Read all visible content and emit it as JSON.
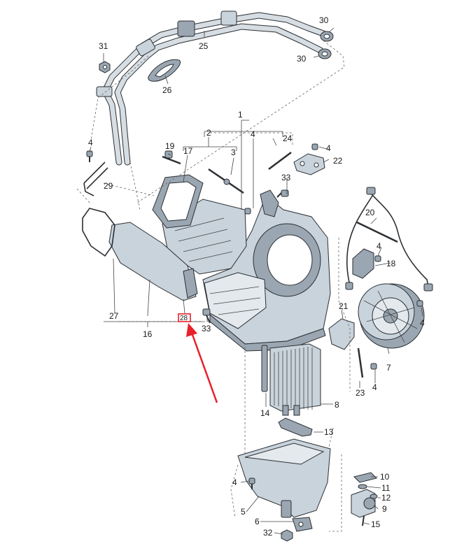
{
  "callouts": {
    "c1": "1",
    "c2": "2",
    "c3": "3",
    "c4a": "4",
    "c4b": "4",
    "c4c": "4",
    "c4d": "4",
    "c4e": "4",
    "c4f": "4",
    "c4g": "4",
    "c5": "5",
    "c6": "6",
    "c7": "7",
    "c8": "8",
    "c9": "9",
    "c10": "10",
    "c11": "11",
    "c12": "12",
    "c13": "13",
    "c14": "14",
    "c15": "15",
    "c16": "16",
    "c17": "17",
    "c18": "18",
    "c19": "19",
    "c20": "20",
    "c21": "21",
    "c22": "22",
    "c23": "23",
    "c24": "24",
    "c25": "25",
    "c26": "26",
    "c27": "27",
    "c28": "28",
    "c29": "29",
    "c30a": "30",
    "c30b": "30",
    "c31": "31",
    "c32": "32",
    "c33a": "33",
    "c33b": "33"
  },
  "highlight": {
    "target": "28",
    "color": "#e8202a"
  },
  "colors": {
    "part_fill": "#c9d3dc",
    "part_dark": "#9aa6b1",
    "line": "#2b2f33",
    "arrow": "#e8202a"
  }
}
